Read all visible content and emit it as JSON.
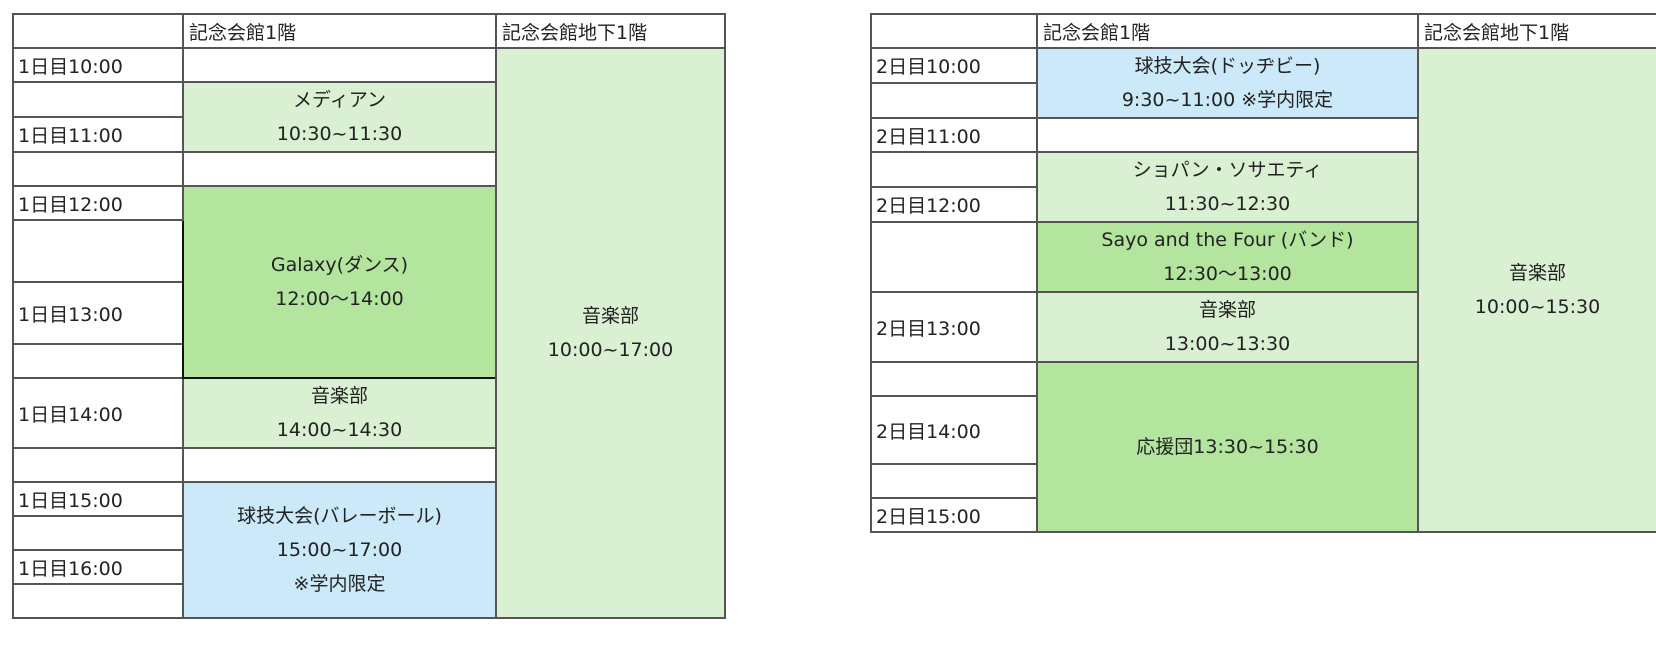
{
  "day1": {
    "header": {
      "corner": "",
      "hall1": "記念会館1階",
      "hall_b1": "記念会館地下1階"
    },
    "times": [
      "1日目10:00",
      "",
      "1日目11:00",
      "",
      "1日目12:00",
      "",
      "1日目13:00",
      "",
      "1日目14:00",
      "",
      "1日目15:00",
      "",
      "1日目16:00",
      ""
    ],
    "events": {
      "mediam": {
        "name": "メディアン",
        "time": "10:30~11:30"
      },
      "galaxy": {
        "name": "Galaxy(ダンス)",
        "time": "12:00～14:00"
      },
      "music": {
        "name": "音楽部",
        "time": "14:00~14:30"
      },
      "volley": {
        "name": "球技大会(バレーボール)",
        "time": "15:00~17:00",
        "note": "※学内限定"
      },
      "b1_music": {
        "name": "音楽部",
        "time": "10:00~17:00"
      }
    }
  },
  "day2": {
    "header": {
      "corner": "",
      "hall1": "記念会館1階",
      "hall_b1": "記念会館地下1階"
    },
    "times": [
      "2日目10:00",
      "",
      "2日目11:00",
      "",
      "2日目12:00",
      "",
      "2日目13:00",
      "",
      "2日目14:00",
      "",
      "2日目15:00"
    ],
    "events": {
      "dodge": {
        "name": "球技大会(ドッヂビー)",
        "time": "9:30~11:00 ※学内限定"
      },
      "chopin": {
        "name": "ショパン・ソサエティ",
        "time": "11:30~12:30"
      },
      "sayo": {
        "name": "Sayo and the Four (バンド)",
        "time": "12:30～13:00"
      },
      "music": {
        "name": "音楽部",
        "time": "13:00~13:30"
      },
      "ouen": {
        "name": "応援団13:30~15:30"
      },
      "b1_music": {
        "name": "音楽部",
        "time": "10:00~15:30"
      }
    }
  }
}
